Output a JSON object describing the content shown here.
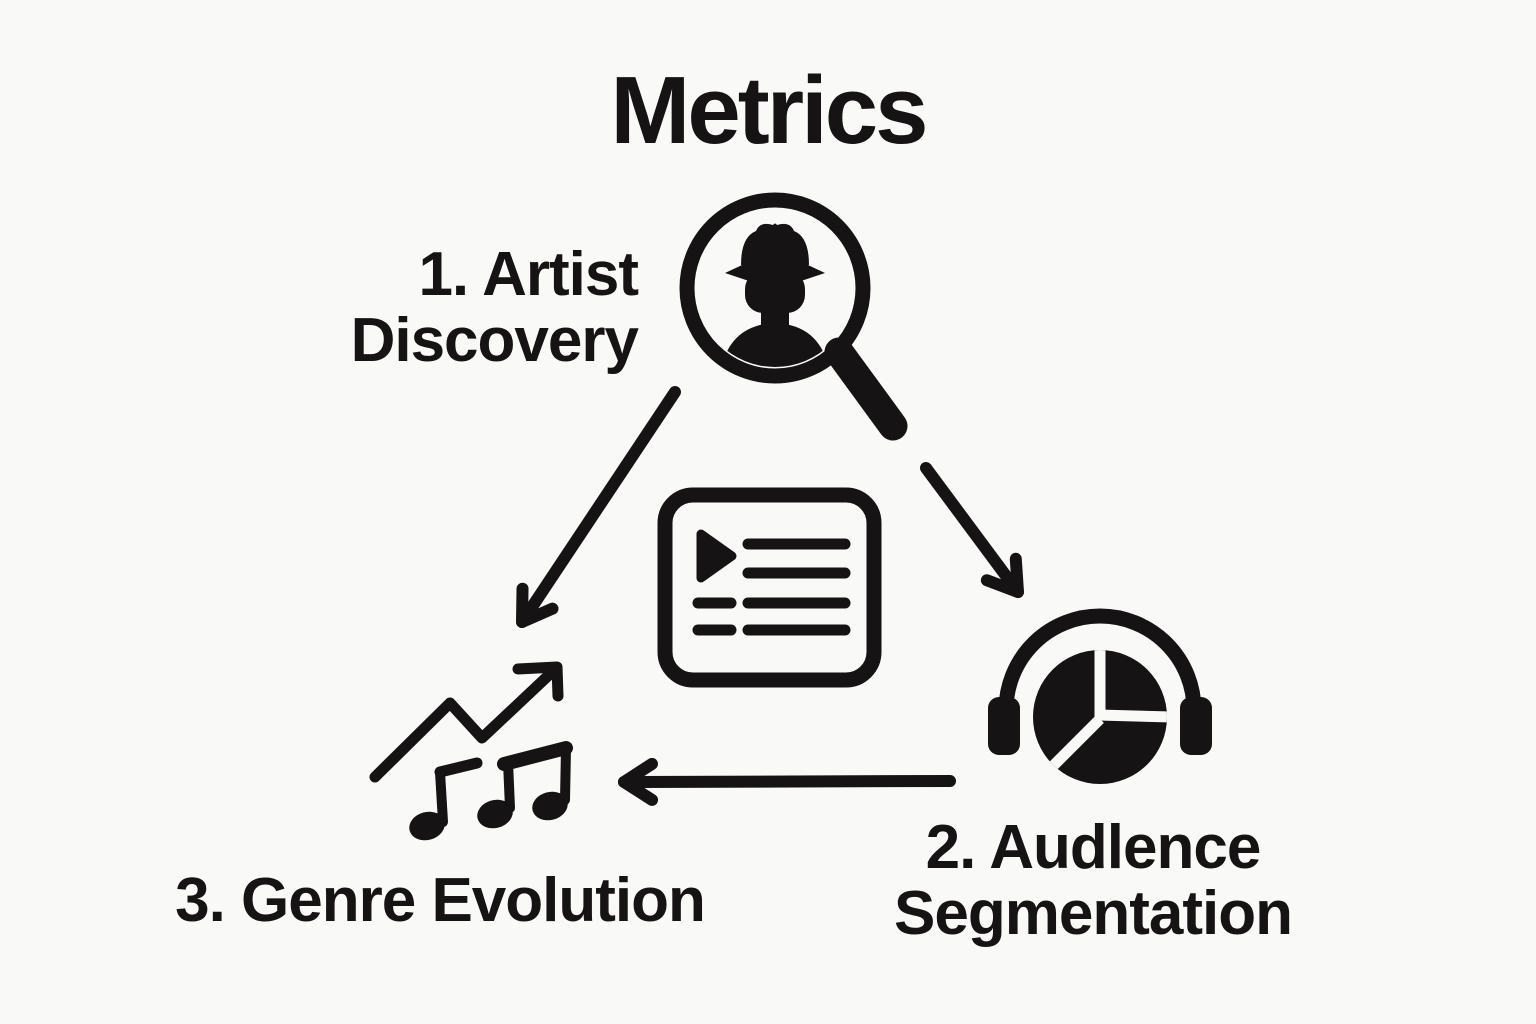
{
  "colors": {
    "background": "#f9f9f7",
    "ink": "#151313"
  },
  "diagram": {
    "title": "Metrics",
    "nodes": {
      "artist": {
        "order": "1",
        "label": "1. Artist Discovery",
        "icon": "artist-search-magnifier-icon",
        "position": "top-center"
      },
      "audience": {
        "order": "2",
        "label": "2. Audlence Segmentation",
        "icon": "headphones-pie-chart-icon",
        "position": "bottom-right"
      },
      "genre": {
        "order": "3",
        "label": "3. Genre Evolution",
        "icon": "trend-line-music-notes-icon",
        "position": "bottom-left"
      }
    },
    "center": {
      "icon": "playlist-card-icon"
    },
    "connectors": [
      {
        "from": "artist",
        "to": "genre",
        "direction": "down-left"
      },
      {
        "from": "artist",
        "to": "audience",
        "direction": "down-right"
      },
      {
        "from": "audience",
        "to": "genre",
        "direction": "left"
      }
    ]
  }
}
